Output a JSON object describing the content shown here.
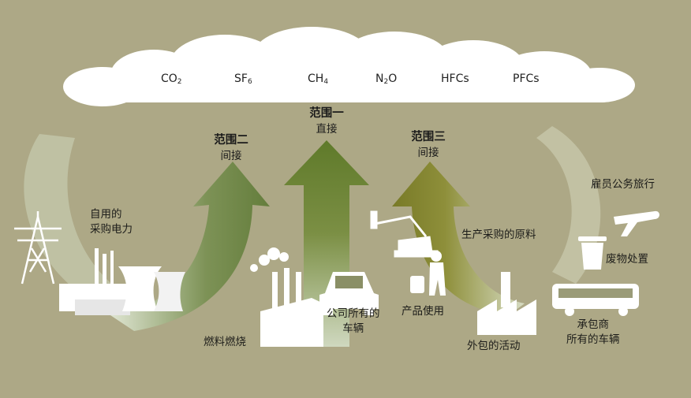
{
  "cloud": {
    "gases": [
      {
        "base": "CO",
        "sub": "2",
        "tail": ""
      },
      {
        "base": "SF",
        "sub": "6",
        "tail": ""
      },
      {
        "base": "CH",
        "sub": "4",
        "tail": ""
      },
      {
        "base": "N",
        "sub": "2",
        "tail": "O"
      },
      {
        "base": "HFCs",
        "sub": "",
        "tail": ""
      },
      {
        "base": "PFCs",
        "sub": "",
        "tail": ""
      }
    ]
  },
  "scopes": {
    "scope1": {
      "title": "范围一",
      "subtitle": "直接"
    },
    "scope2": {
      "title": "范围二",
      "subtitle": "间接"
    },
    "scope3": {
      "title": "范围三",
      "subtitle": "间接"
    }
  },
  "labels": {
    "purchased_power": [
      "自用的",
      "采购电力"
    ],
    "fuel_combustion": "燃料燃烧",
    "company_vehicles": [
      "公司所有的",
      "车辆"
    ],
    "product_use": "产品使用",
    "raw_materials": "生产采购的原料",
    "outsourced": "外包的活动",
    "employee_travel": "雇员公务旅行",
    "waste": "废物处置",
    "contractor_vehicles": [
      "承包商",
      "所有的车辆"
    ]
  }
}
